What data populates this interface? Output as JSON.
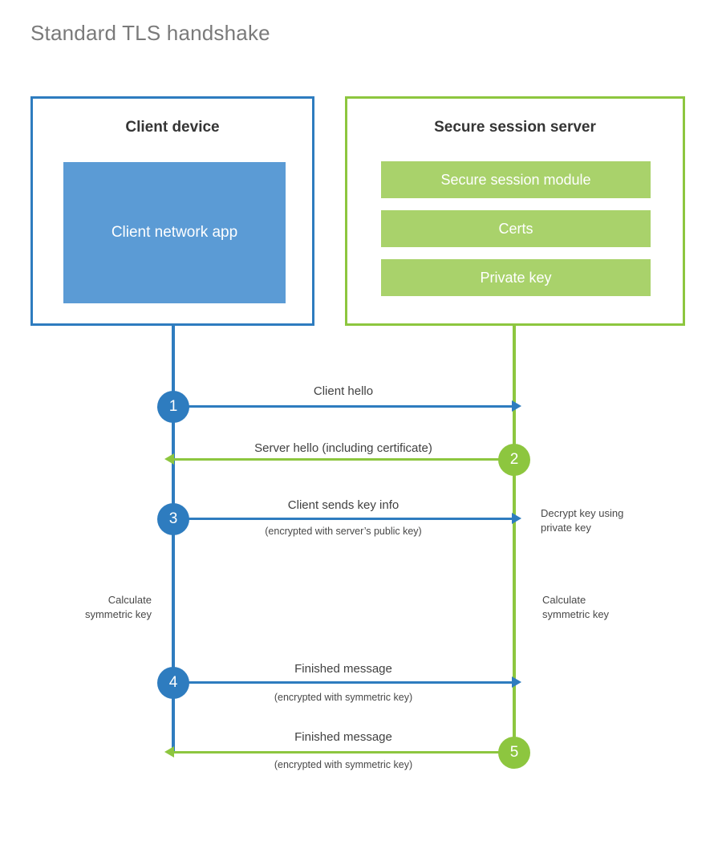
{
  "title": "Standard TLS handshake",
  "colors": {
    "client_blue": "#2E7CBF",
    "client_app_fill": "#5B9BD5",
    "server_green": "#8DC63F",
    "server_block_fill": "#A9D26B",
    "title_gray": "#7a7a7a",
    "label_gray": "#414141",
    "background": "#ffffff"
  },
  "actors": {
    "client": {
      "title": "Client device",
      "blocks": [
        {
          "label": "Client network app"
        }
      ]
    },
    "server": {
      "title": "Secure session server",
      "blocks": [
        {
          "label": "Secure session module"
        },
        {
          "label": "Certs"
        },
        {
          "label": "Private key"
        }
      ]
    }
  },
  "steps": [
    {
      "number": "1",
      "label": "Client hello",
      "sublabel": "",
      "direction": "client-to-server",
      "color": "#2E7CBF"
    },
    {
      "number": "2",
      "label": "Server hello (including certificate)",
      "sublabel": "",
      "direction": "server-to-client",
      "color": "#8DC63F"
    },
    {
      "number": "3",
      "label": "Client sends key info",
      "sublabel": "(encrypted with server’s public key)",
      "direction": "client-to-server",
      "color": "#2E7CBF"
    },
    {
      "number": "4",
      "label": "Finished message",
      "sublabel": "(encrypted with symmetric key)",
      "direction": "client-to-server",
      "color": "#2E7CBF"
    },
    {
      "number": "5",
      "label": "Finished message",
      "sublabel": "(encrypted with symmetric key)",
      "direction": "server-to-client",
      "color": "#8DC63F"
    }
  ],
  "notes": {
    "decrypt_key": "Decrypt key using\nprivate key",
    "client_symmetric": "Calculate\nsymmetric key",
    "server_symmetric": "Calculate\nsymmetric key"
  }
}
